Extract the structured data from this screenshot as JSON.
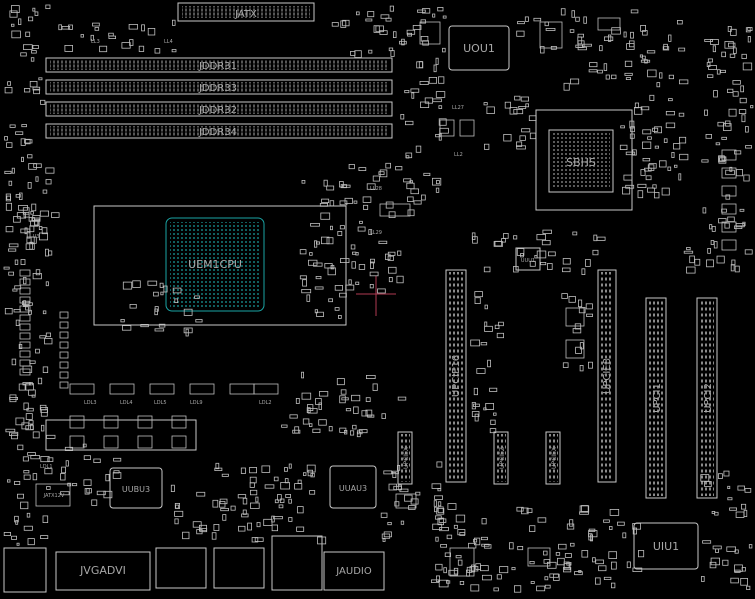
{
  "board": {
    "connectors": {
      "atx": "JATX",
      "dimm1": "JDDR31",
      "dimm2": "JDDR33",
      "dimm3": "JDDR32",
      "dimm4": "JDDR34",
      "vga_dvi": "JVGADVI",
      "audio": "JAUDIO",
      "atx12v": "JATX12V"
    },
    "chips": {
      "cpu": "UEM1CPU",
      "pch": "SBHS",
      "ubu3": "UUBU3",
      "uau3": "UUAU3",
      "uou1": "UOU1",
      "uiu1": "UIU1",
      "uuu1": "UUU1",
      "u3_small": "U3"
    },
    "slots": {
      "pcie16": "UPCIE16",
      "pcie8": "UPCIE8",
      "pci1": "UPCI1",
      "pci2": "UPCI2",
      "pciex_a": "UPCIEX",
      "pciex_b": "UPCIEZ",
      "pciex_c": "UPCIEX"
    },
    "inductors": {
      "ll3": "LL3",
      "ll4": "LL4",
      "ll27": "LL27",
      "ll2": "LL2",
      "ll28": "LL28",
      "ll29": "LL29",
      "ll1": "LDL1",
      "ld3": "LDL3",
      "ld4": "LDL4",
      "ld5": "LDL5",
      "ld9": "LDL9",
      "ld2": "LDL2"
    },
    "colors": {
      "background": "#000000",
      "outline": "#c8c8c8",
      "cpu_pins": "#1aa3a3",
      "crosshair": "#b03a52"
    }
  }
}
